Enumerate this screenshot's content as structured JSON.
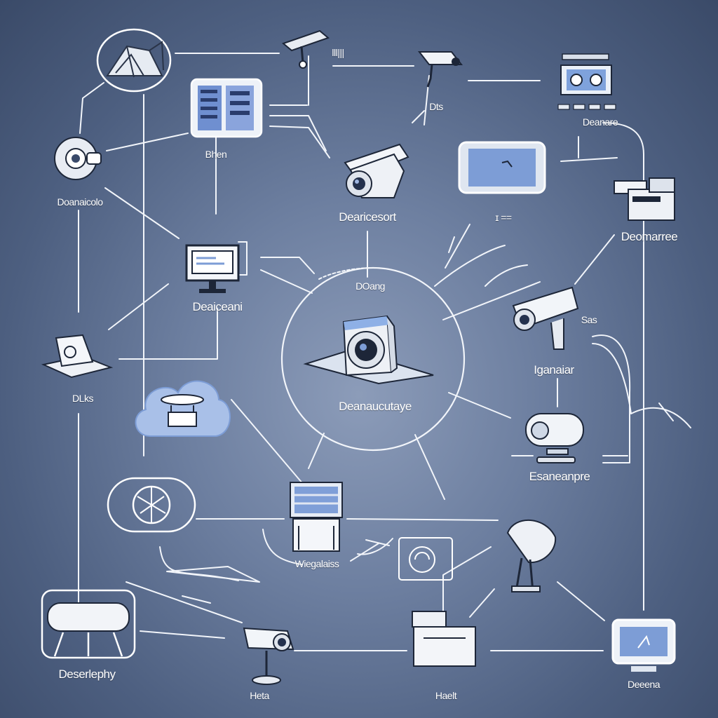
{
  "nodes": {
    "tent_label": "",
    "panel_label": "Bhen",
    "lens_left_label": "Doanaicolo",
    "monitor_left_label": "Deaiceani",
    "scanner_label": "DLks",
    "hub_title": "DOang",
    "hub_label": "Deanaucutaye",
    "camera_top_mid_label": "Dts",
    "camera_center_label": "Dearicesort",
    "tablet_label": "",
    "small_label_mid": "ɪ ==",
    "box_right_top_label": "Deanare",
    "printer_right_label": "Deomarree",
    "camera_right_label": "Iganaiar",
    "camera_right_small": "Sas",
    "projector_right_label": "Esaneanpre",
    "fridge_center_label": "Wiegalaiss",
    "tube_left_label": "Deserlephy",
    "camera_bottom_label": "Heta",
    "kitchen_bottom_label": "Haelt",
    "monitor_bottom_label": "Deeena",
    "cam_top_label": "lll|||",
    "wifi_label": ""
  }
}
